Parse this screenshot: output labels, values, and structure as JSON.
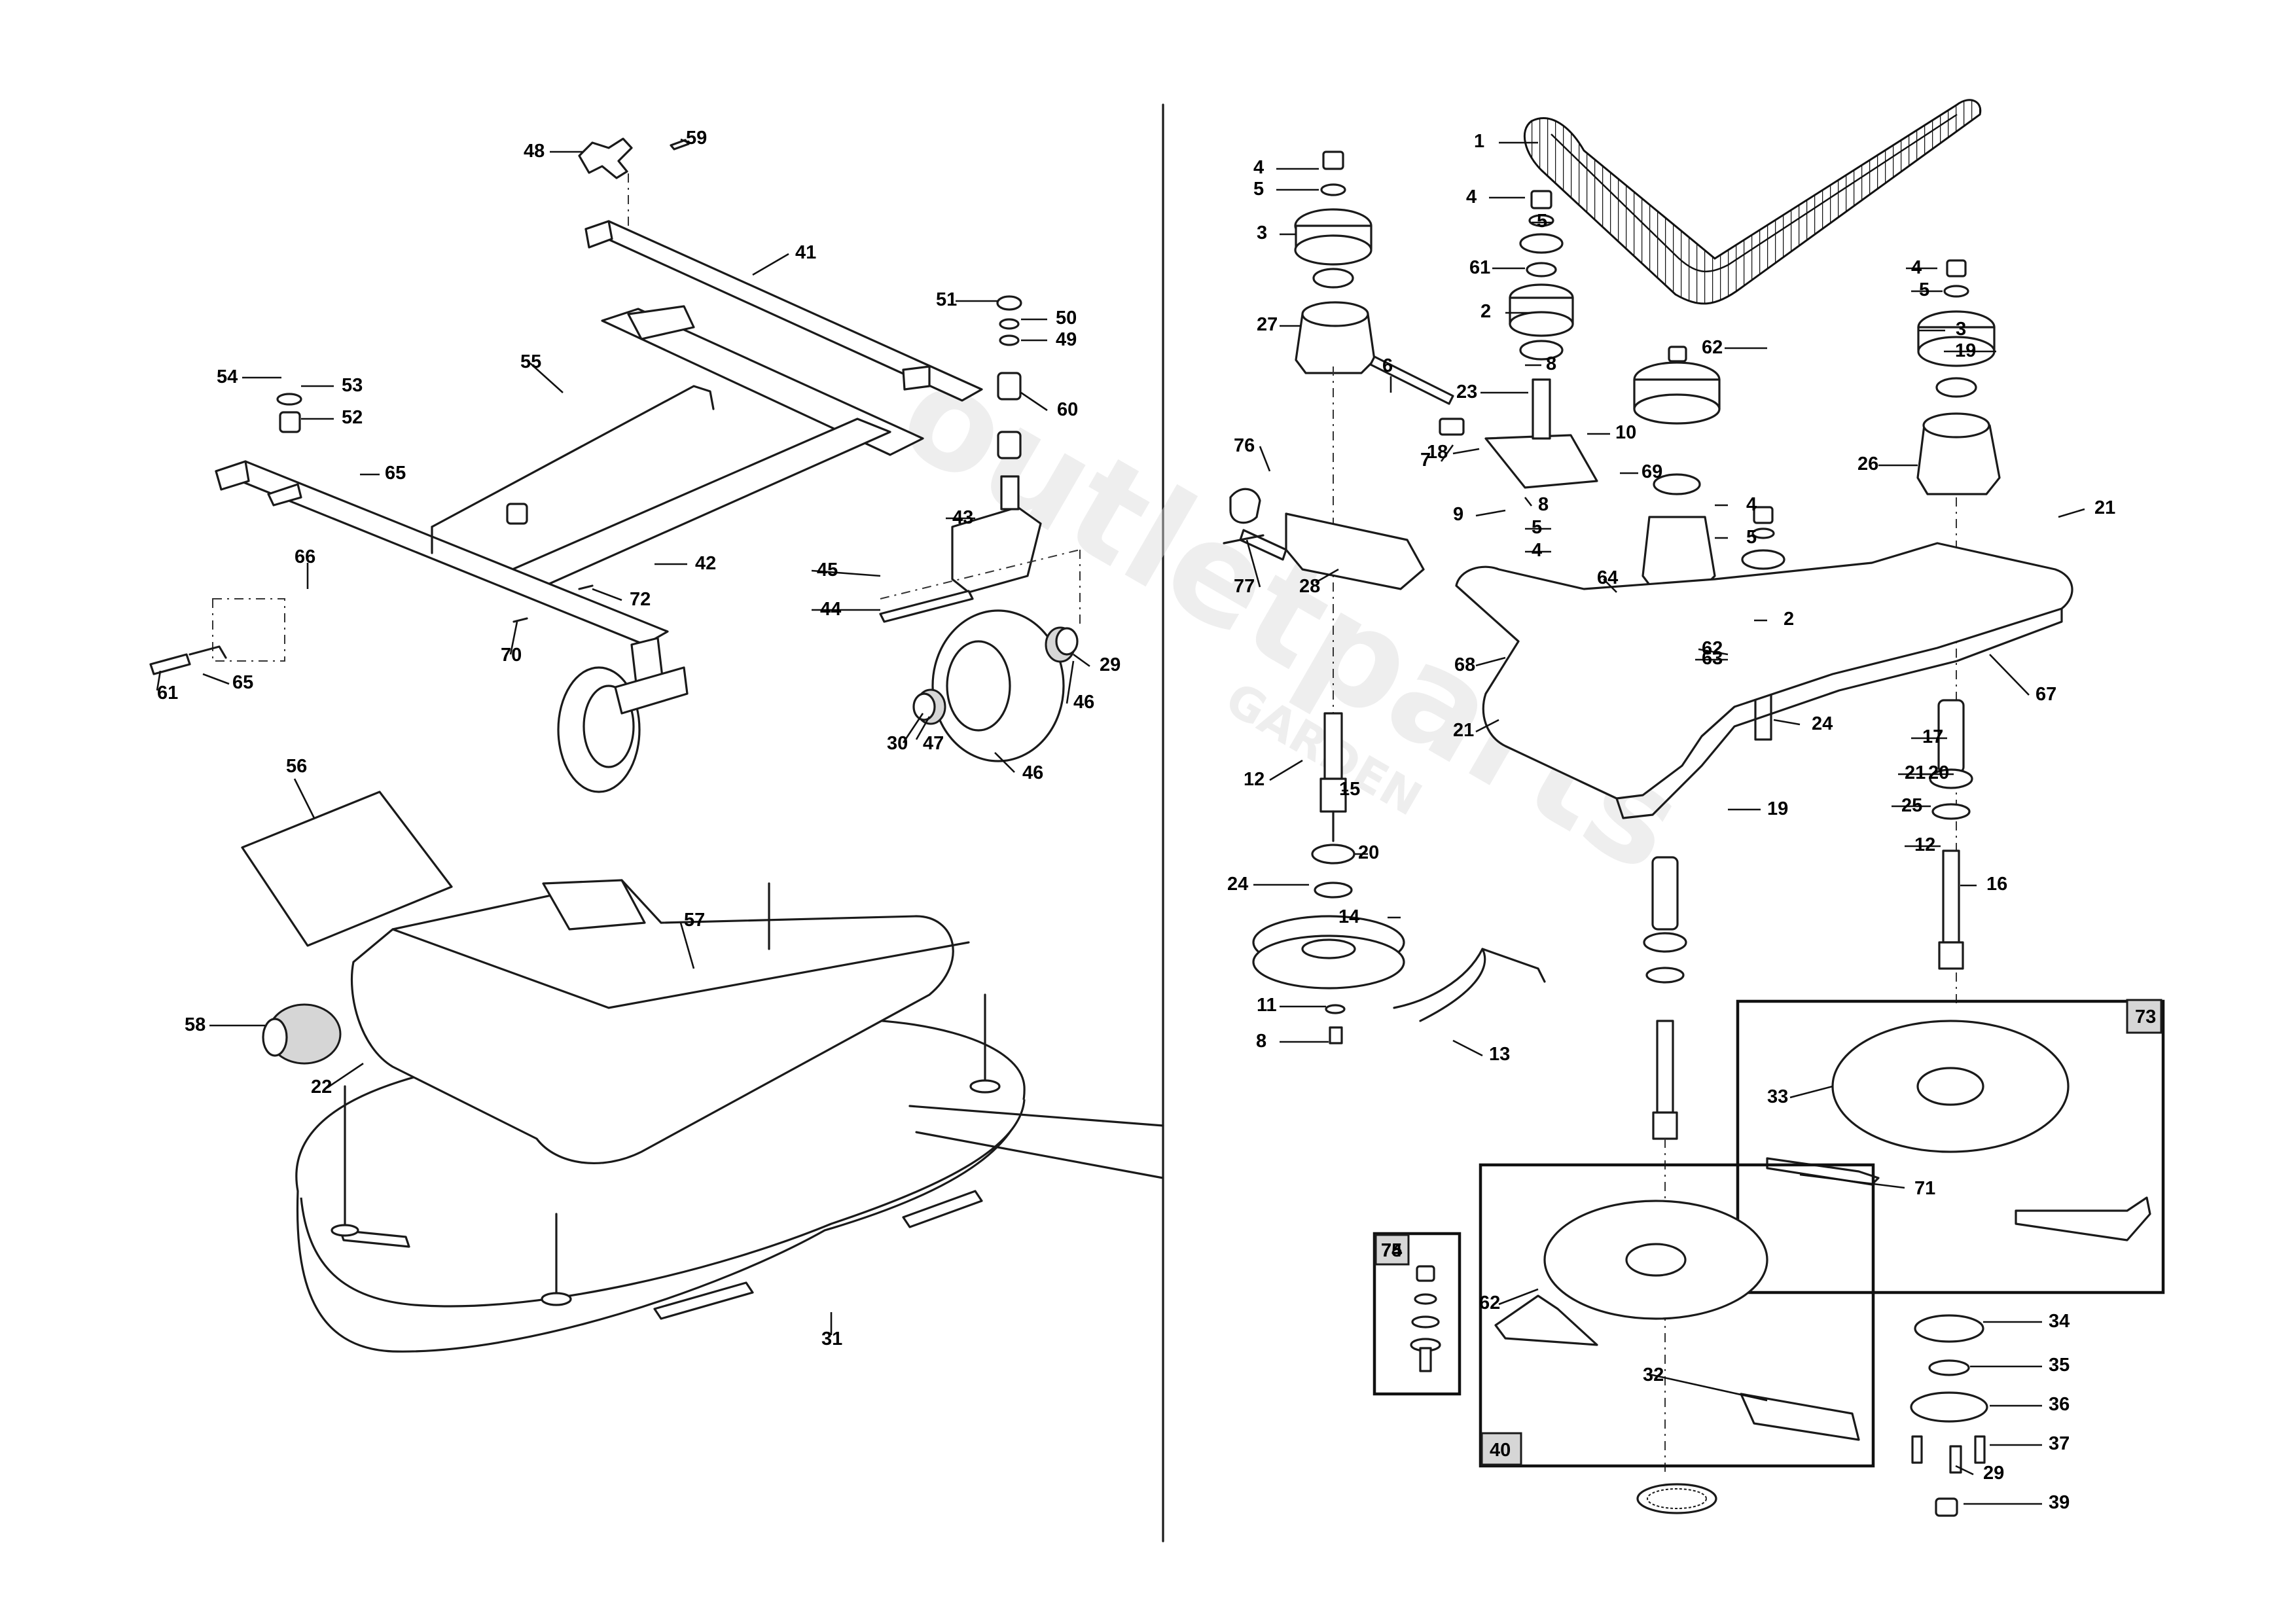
{
  "watermark": "outletparts",
  "watermark_sub": "GARDEN",
  "kits": [
    "73",
    "74",
    "40"
  ],
  "callouts": [
    "1",
    "2",
    "2",
    "3",
    "3",
    "4",
    "4",
    "4",
    "4",
    "4",
    "5",
    "5",
    "5",
    "5",
    "5",
    "6",
    "7",
    "8",
    "8",
    "8",
    "9",
    "10",
    "11",
    "12",
    "12",
    "13",
    "14",
    "15",
    "16",
    "17",
    "18",
    "19",
    "19",
    "20",
    "20",
    "21",
    "21",
    "21",
    "22",
    "23",
    "24",
    "24",
    "25",
    "26",
    "27",
    "28",
    "29",
    "29",
    "30",
    "31",
    "32",
    "33",
    "34",
    "35",
    "36",
    "37",
    "39",
    "41",
    "42",
    "43",
    "44",
    "45",
    "46",
    "46",
    "47",
    "48",
    "49",
    "50",
    "51",
    "52",
    "53",
    "54",
    "55",
    "56",
    "57",
    "58",
    "59",
    "60",
    "61",
    "61",
    "62",
    "62",
    "62",
    "63",
    "64",
    "65",
    "65",
    "66",
    "67",
    "68",
    "69",
    "70",
    "71",
    "72",
    "73",
    "74",
    "75",
    "76",
    "77",
    "40"
  ]
}
